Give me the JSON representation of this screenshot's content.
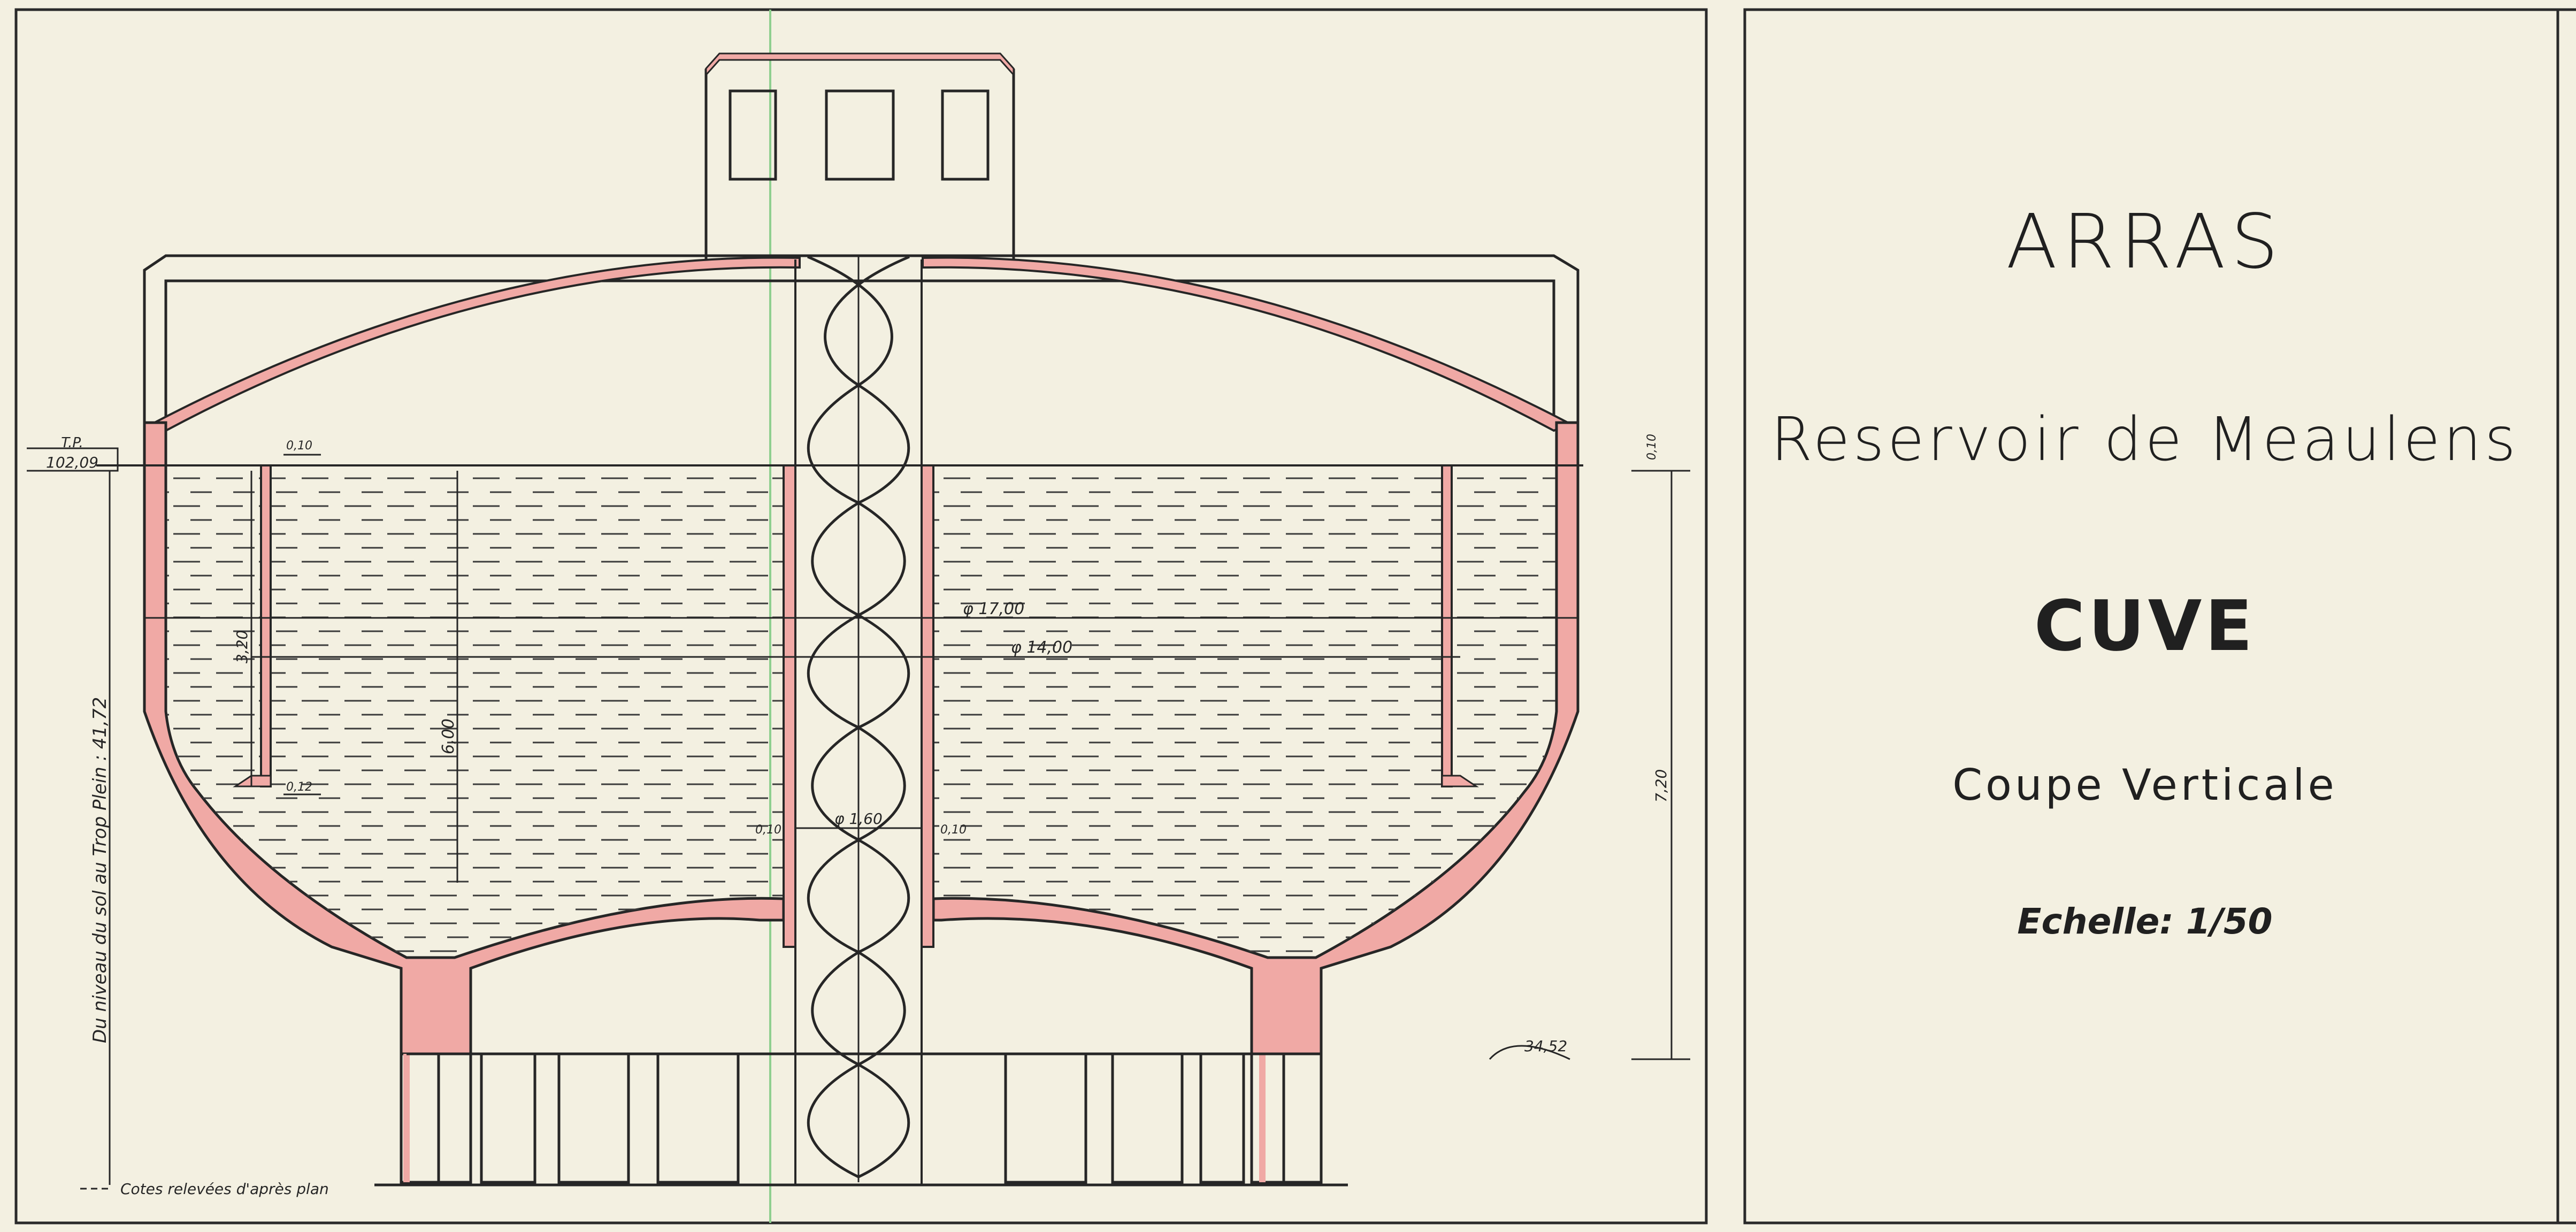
{
  "title_block": {
    "city": "ARRAS",
    "project": "Reservoir de Meaulens",
    "subject": "CUVE",
    "view": "Coupe Verticale",
    "scale": "Echelle: 1/50"
  },
  "dimensions": {
    "tp_label": "T.P.",
    "tp_value": "102,09",
    "ground_level": "34,52",
    "height_from_ground": "Du niveau du sol au Trop Plein : 41,72",
    "outer_diameter": "φ 17,00",
    "inner_diameter": "φ 14,00",
    "shaft_diameter": "φ 1,60",
    "total_height": "7,20",
    "water_depth": "6,00",
    "inner_wall_height": "3,20",
    "wall_top": "0,10",
    "wall_bottom": "0,12",
    "shaft_wall_left": "0,10",
    "shaft_wall_right": "0,10",
    "right_top": "0,10"
  },
  "legend": {
    "note": "Cotes relevées d'après plan"
  },
  "colors": {
    "paper": "#f3f0e1",
    "concrete": "#f0a9a5",
    "ink": "#1d1d1d"
  }
}
